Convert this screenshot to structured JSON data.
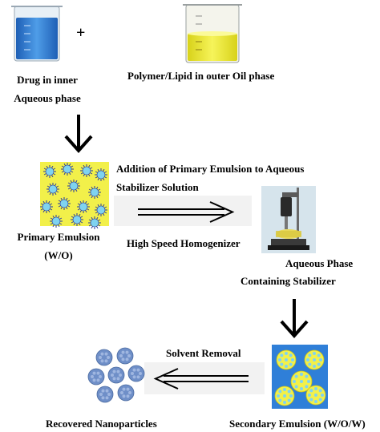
{
  "labels": {
    "plus": "+",
    "drug_line1": "Drug in inner",
    "drug_line2": "Aqueous phase",
    "polymer": "Polymer/Lipid in outer Oil phase",
    "addition_line1": "Addition of Primary Emulsion to Aqueous",
    "addition_line2": "Stabilizer Solution",
    "primary_line1": "Primary Emulsion",
    "primary_line2": "(W/O)",
    "homogenizer": "High Speed Homogenizer",
    "aqueous_line1": "Aqueous Phase",
    "aqueous_line2": "Containing Stabilizer",
    "solvent": "Solvent Removal",
    "recovered": "Recovered Nanoparticles",
    "secondary": "Secondary Emulsion (W/O/W)"
  },
  "colors": {
    "water_blue": "#2f7fd8",
    "oil_yellow": "#f2f04a",
    "droplet_cyan": "#7fd3f0",
    "droplet_spike": "#2a3a9a",
    "nanoparticle": "#6f8fc8",
    "homogenizer_bg": "#d6e4ec",
    "arrow": "#000000"
  },
  "icons": {
    "beaker_blue": "beaker-blue-icon",
    "beaker_yellow": "beaker-yellow-icon",
    "homogenizer": "homogenizer-icon"
  }
}
